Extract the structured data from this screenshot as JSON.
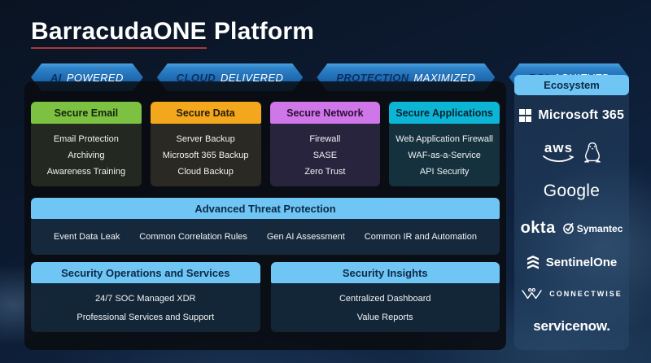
{
  "title": {
    "brand": "BarracudaONE",
    "suffix": "Platform"
  },
  "banners": [
    {
      "strong": "AI",
      "rest": "POWERED"
    },
    {
      "strong": "CLOUD",
      "rest": "DELIVERED"
    },
    {
      "strong": "PROTECTION",
      "rest": "MAXIMIZED"
    },
    {
      "strong": "ROI",
      "rest": "ACHIEVED"
    }
  ],
  "columns": [
    {
      "title": "Secure Email",
      "header_color": "#7cc142",
      "items": [
        "Email Protection",
        "Archiving",
        "Awareness Training"
      ]
    },
    {
      "title": "Secure Data",
      "header_color": "#f3a71d",
      "items": [
        "Server Backup",
        "Microsoft 365 Backup",
        "Cloud Backup"
      ]
    },
    {
      "title": "Secure Network",
      "header_color": "#cf77e8",
      "items": [
        "Firewall",
        "SASE",
        "Zero Trust"
      ]
    },
    {
      "title": "Secure Applications",
      "header_color": "#0cb5d6",
      "items": [
        "Web Application Firewall",
        "WAF-as-a-Service",
        "API Security"
      ]
    }
  ],
  "threat_protection": {
    "title": "Advanced Threat Protection",
    "items": [
      "Event Data Leak",
      "Common Correlation Rules",
      "Gen AI Assessment",
      "Common IR and Automation"
    ]
  },
  "bottom_sections": [
    {
      "title": "Security Operations and Services",
      "items": [
        "24/7 SOC Managed XDR",
        "Professional Services and Support"
      ]
    },
    {
      "title": "Security Insights",
      "items": [
        "Centralized Dashboard",
        "Value Reports"
      ]
    }
  ],
  "ecosystem": {
    "title": "Ecosystem",
    "partners": [
      {
        "icon": "microsoft-logo-icon",
        "label": "Microsoft 365"
      },
      {
        "icon": "aws-logo-icon",
        "label": "aws"
      },
      {
        "icon": "linux-tux-icon",
        "label": ""
      },
      {
        "icon": "google-logo",
        "label": "Google"
      },
      {
        "icon": "okta-logo",
        "label": "okta"
      },
      {
        "icon": "symantec-logo-icon",
        "label": "Symantec"
      },
      {
        "icon": "sentinelone-logo-icon",
        "label": "SentinelOne"
      },
      {
        "icon": "connectwise-logo-icon",
        "label": "CONNECTWISE"
      },
      {
        "icon": "servicenow-logo",
        "label": "servicenow."
      }
    ]
  },
  "colors": {
    "background_navy": "#0c1a30",
    "main_panel": "#0a0b0e",
    "banner_blue_top": "#3d92d6",
    "banner_blue_bottom": "#15589b",
    "banner_strong_text": "#0b2f60",
    "light_blue_header": "#6fc5f3",
    "light_blue_header_text": "#0d2a49",
    "secure_email_green": "#7cc142",
    "secure_data_amber": "#f3a71d",
    "secure_network_violet": "#cf77e8",
    "secure_applications_cyan": "#0cb5d6",
    "title_underline_red": "#a93a3a",
    "logo_white": "#ffffff"
  }
}
